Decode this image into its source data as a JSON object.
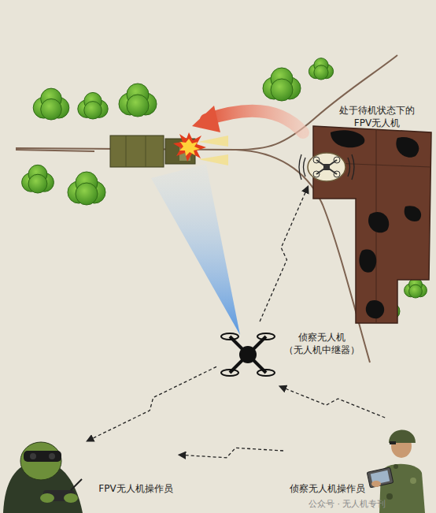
{
  "diagram": {
    "nodes": [
      {
        "text": [
          "处于待机状态下的 FPV无人机"
        ]
      },
      {
        "text": [
          "侦察无人机 （无人机中继器）"
        ]
      },
      {
        "text": [
          "FPV无人机操作员"
        ]
      },
      {
        "text": [
          "侦察无人机操作员"
        ]
      }
    ],
    "edges": [
      {
        "from": 1,
        "to": 0,
        "arrow": "to"
      },
      {
        "from": 1,
        "to": 2,
        "arrow": "to"
      },
      {
        "from": 3,
        "to": 1,
        "arrow": "to"
      },
      {
        "from": 3,
        "to": 2,
        "arrow": "to"
      }
    ],
    "labels": [
      "公众号 · 无人机专刊"
    ]
  }
}
